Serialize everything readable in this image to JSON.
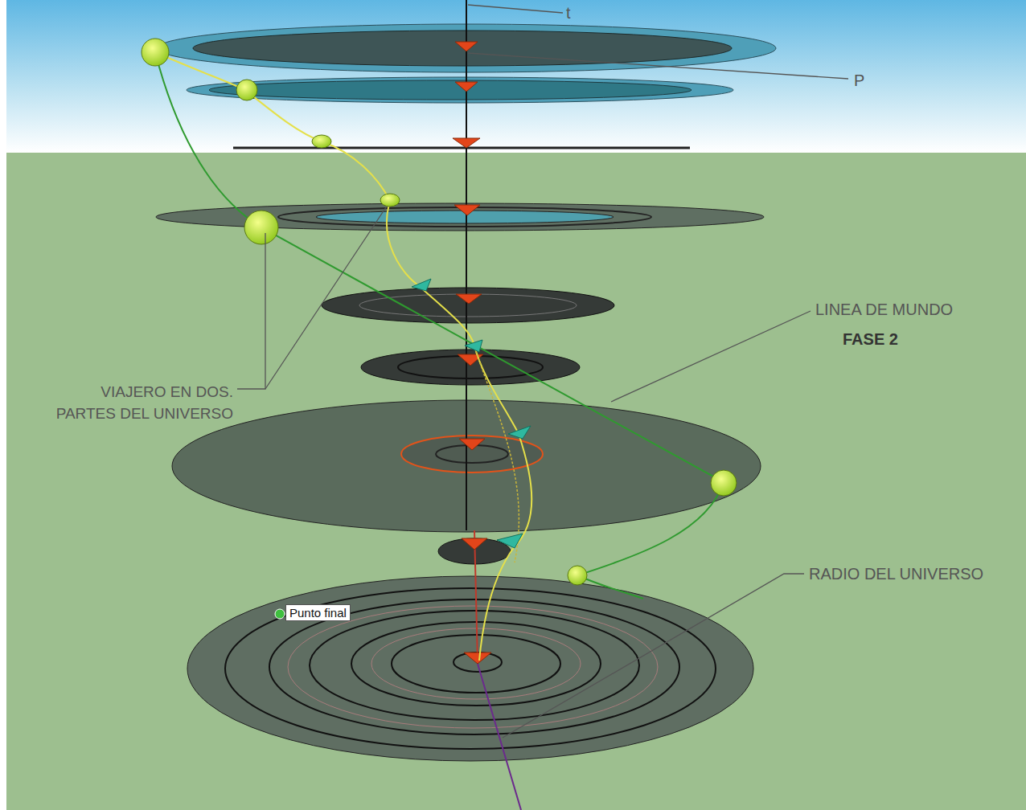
{
  "diagram": {
    "nodes": [
      {
        "text": [
          "Punto final"
        ]
      }
    ],
    "labels": [
      "t",
      "P",
      "LINEA DE MUNDO",
      "FASE 2",
      "VIAJERO EN DOS. PARTES DEL UNIVERSO",
      "RADIO DEL UNIVERSO"
    ]
  }
}
